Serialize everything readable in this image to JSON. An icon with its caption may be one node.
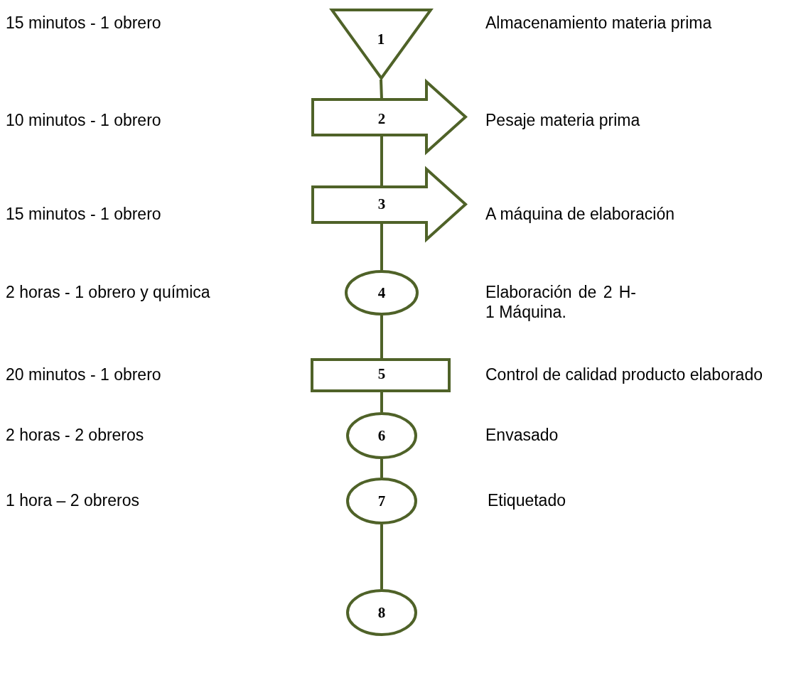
{
  "diagram": {
    "nodes": [
      {
        "text": [
          "1"
        ]
      },
      {
        "text": [
          "2"
        ]
      },
      {
        "text": [
          "3"
        ]
      },
      {
        "text": [
          "4"
        ]
      },
      {
        "text": [
          "5"
        ]
      },
      {
        "text": [
          "6"
        ]
      },
      {
        "text": [
          "7"
        ]
      },
      {
        "text": [
          "8"
        ]
      }
    ],
    "edges": [
      {
        "from": 0,
        "to": 1,
        "arrow": "none"
      },
      {
        "from": 1,
        "to": 2,
        "arrow": "none"
      },
      {
        "from": 2,
        "to": 3,
        "arrow": "none"
      },
      {
        "from": 3,
        "to": 4,
        "arrow": "none"
      },
      {
        "from": 4,
        "to": 5,
        "arrow": "none"
      },
      {
        "from": 5,
        "to": 6,
        "arrow": "none"
      },
      {
        "from": 6,
        "to": 7,
        "arrow": "none"
      }
    ],
    "labels": [
      "15 minutos - 1 obrero",
      "Almacenamiento materia prima",
      "10 minutos - 1 obrero",
      "Pesaje materia prima",
      "15 minutos - 1 obrero",
      "A máquina de elaboración",
      "2 horas - 1 obrero y química",
      "Elaboración de 2 H- 1 Máquina.",
      "20 minutos - 1 obrero",
      "Control de calidad producto elaborado",
      "2 horas - 2 obreros",
      "Envasado",
      "1 hora – 2 obreros",
      "Etiquetado"
    ]
  }
}
